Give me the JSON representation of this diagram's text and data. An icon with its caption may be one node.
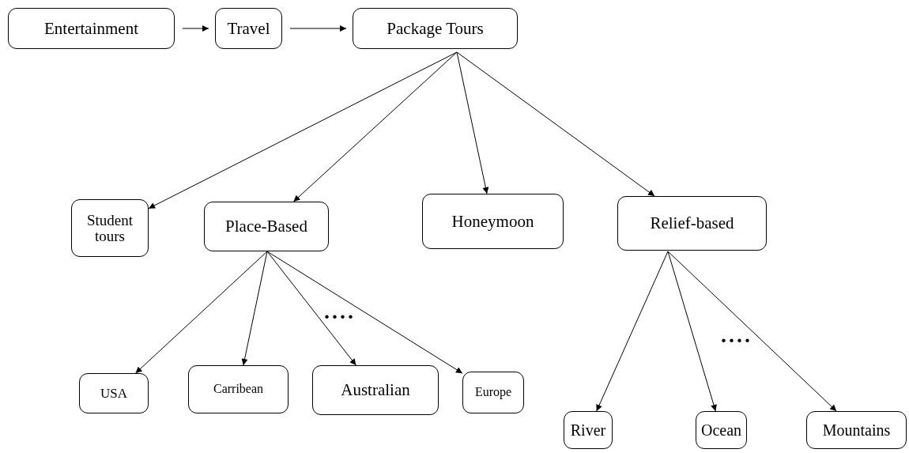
{
  "diagram": {
    "nodes": [
      {
        "text": [
          "Entertainment"
        ]
      },
      {
        "text": [
          "Travel"
        ]
      },
      {
        "text": [
          "Package Tours"
        ]
      },
      {
        "text": [
          "Student tours"
        ]
      },
      {
        "text": [
          "Place-Based"
        ]
      },
      {
        "text": [
          "Honeymoon"
        ]
      },
      {
        "text": [
          "Relief-based"
        ]
      },
      {
        "text": [
          "USA"
        ]
      },
      {
        "text": [
          "Carribean"
        ]
      },
      {
        "text": [
          "Australian"
        ]
      },
      {
        "text": [
          "Europe"
        ]
      },
      {
        "text": [
          "River"
        ]
      },
      {
        "text": [
          "Ocean"
        ]
      },
      {
        "text": [
          "Mountains"
        ]
      }
    ],
    "edges": [
      {
        "from": 0,
        "to": 1,
        "arrow": "to"
      },
      {
        "from": 1,
        "to": 2,
        "arrow": "to"
      },
      {
        "from": 2,
        "to": 3,
        "arrow": "to"
      },
      {
        "from": 2,
        "to": 4,
        "arrow": "to"
      },
      {
        "from": 2,
        "to": 5,
        "arrow": "to"
      },
      {
        "from": 2,
        "to": 6,
        "arrow": "to"
      },
      {
        "from": 4,
        "to": 7,
        "arrow": "to"
      },
      {
        "from": 4,
        "to": 8,
        "arrow": "to"
      },
      {
        "from": 4,
        "to": 9,
        "arrow": "to"
      },
      {
        "from": 4,
        "to": 10,
        "arrow": "to"
      },
      {
        "from": 6,
        "to": 11,
        "arrow": "to"
      },
      {
        "from": 6,
        "to": 12,
        "arrow": "to"
      },
      {
        "from": 6,
        "to": 13,
        "arrow": "to"
      }
    ],
    "labels": [
      "....",
      "...."
    ]
  }
}
